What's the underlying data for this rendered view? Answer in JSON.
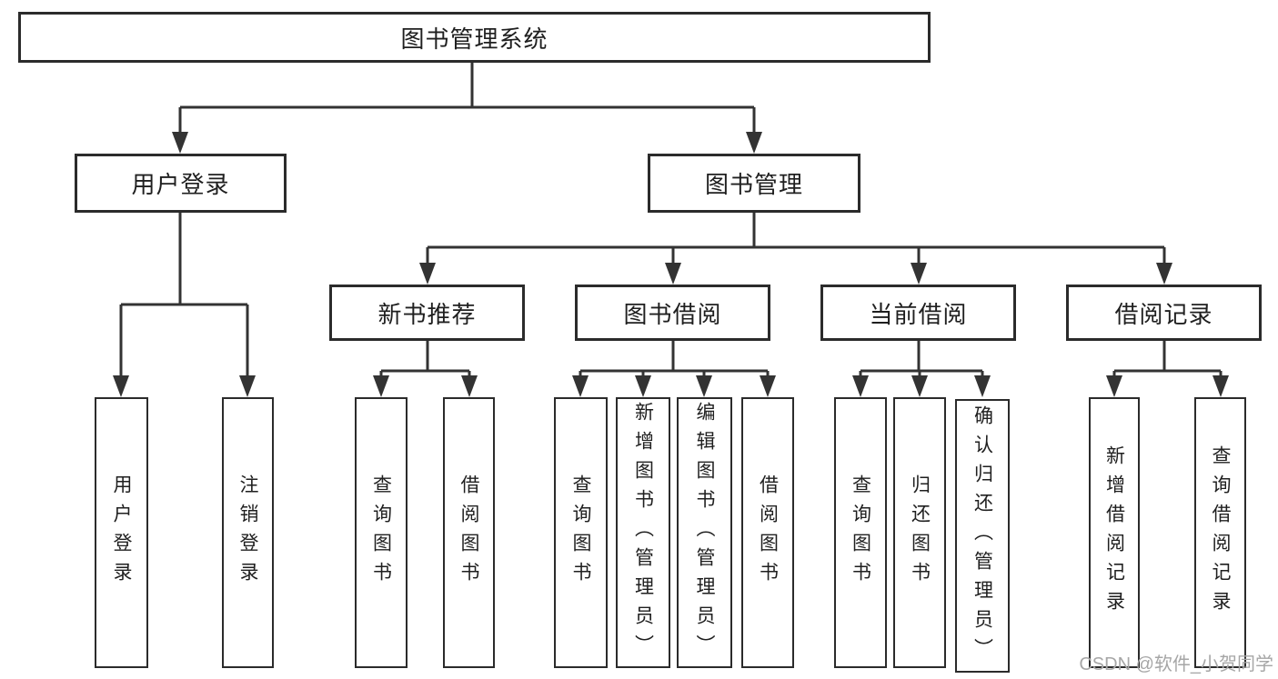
{
  "diagram": {
    "root": "图书管理系统",
    "level2": [
      "用户登录",
      "图书管理"
    ],
    "level3": [
      "新书推荐",
      "图书借阅",
      "当前借阅",
      "借阅记录"
    ],
    "leaves": {
      "user_login": [
        "用户登录",
        "注销登录"
      ],
      "new_book_recommend": [
        "查询图书",
        "借阅图书"
      ],
      "book_borrow": [
        "查询图书",
        "新增图书（管理员）",
        "编辑图书（管理员）",
        "借阅图书"
      ],
      "current_borrow": [
        "查询图书",
        "归还图书",
        "确认归还（管理员）"
      ],
      "borrow_record": [
        "新增借阅记录",
        "查询借阅记录"
      ]
    }
  },
  "watermark": "CSDN @软件_小贺同学",
  "colors": {
    "line": "#333333",
    "box_border": "#2b2b2b",
    "text": "#1f1f1f",
    "watermark": "#a6a6a6",
    "background": "#ffffff"
  }
}
